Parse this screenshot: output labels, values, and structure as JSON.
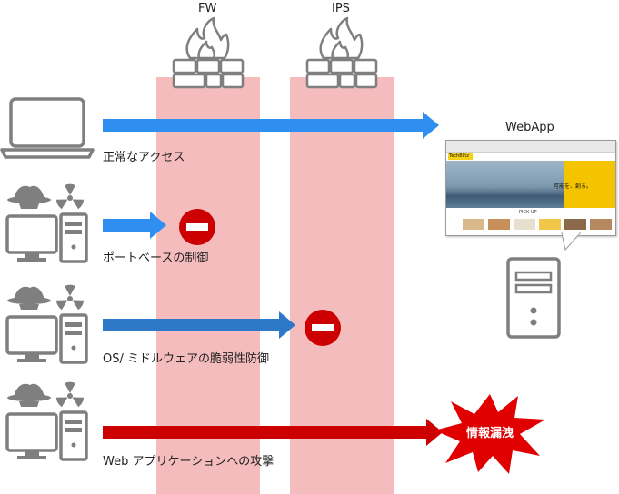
{
  "devices": {
    "fw_label": "FW",
    "ips_label": "IPS",
    "webapp_label": "WebApp"
  },
  "flows": [
    {
      "label": "正常なアクセス",
      "color": "#2f8ff0"
    },
    {
      "label": "ポートベースの制御",
      "color": "#2f8ff0"
    },
    {
      "label": "OS/ ミドルウェアの脆弱性防御",
      "color": "#2d79c7"
    },
    {
      "label": "Web アプリケーションへの攻撃",
      "color": "#cc0000"
    }
  ],
  "leak_label": "情報漏洩",
  "colors": {
    "zone": "#f4bcbc",
    "icon": "#7f7f7f",
    "block": "#cc0000",
    "burst": "#e00000"
  },
  "screenshot": {
    "brand": "TechBlitz",
    "hero_text": "可能を、創る。",
    "section_heading": "PICK UP"
  }
}
